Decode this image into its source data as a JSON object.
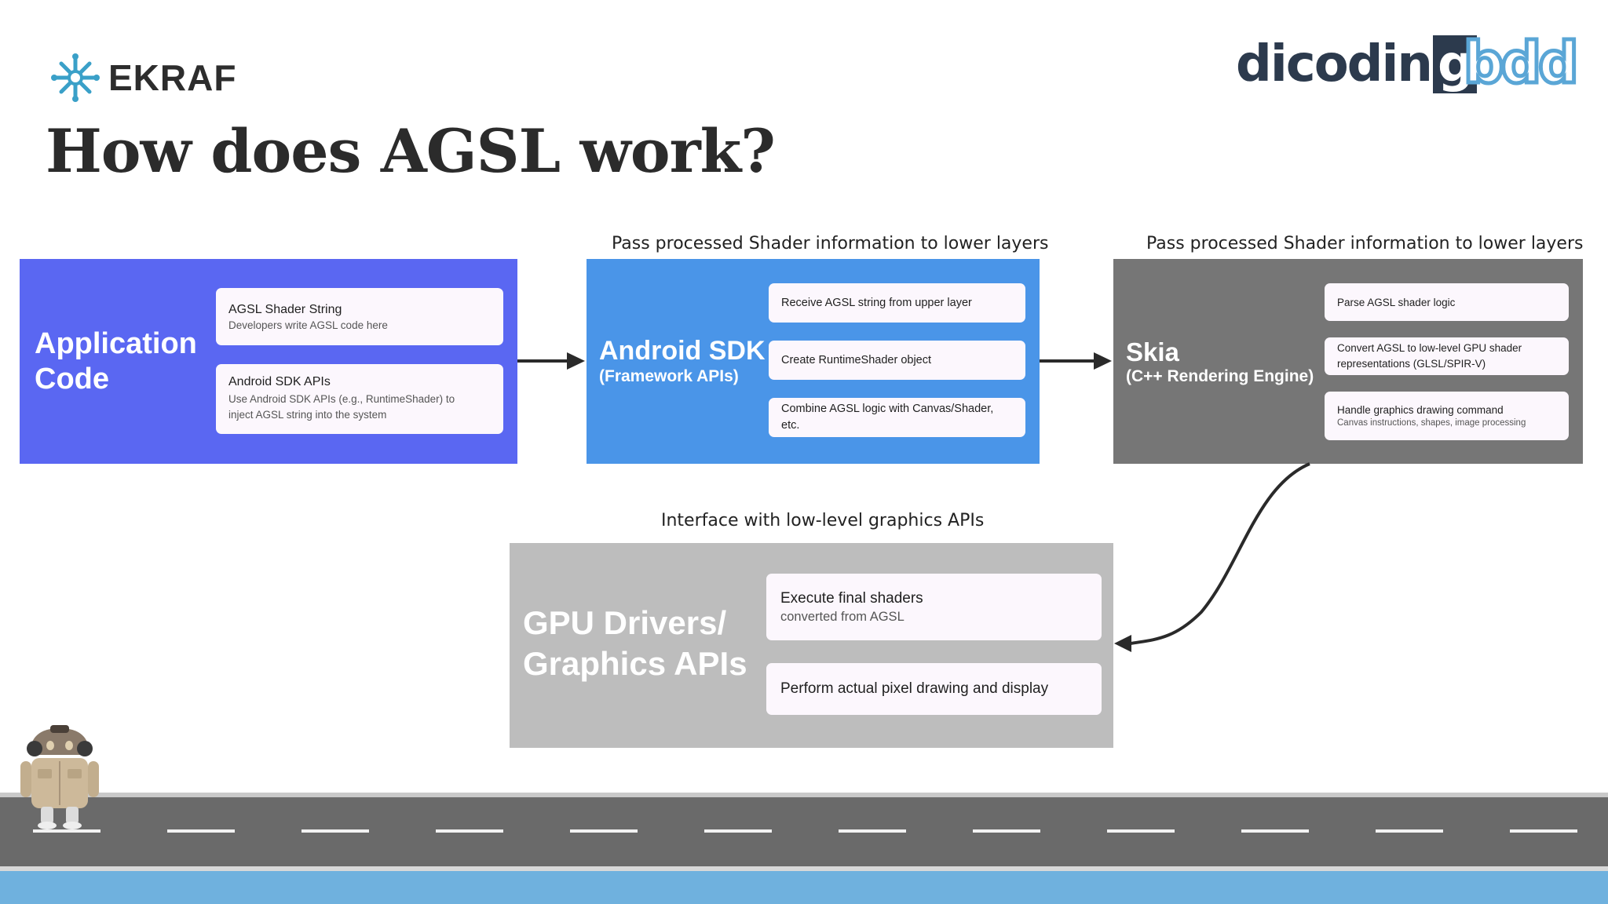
{
  "header": {
    "ekraf_logo": "EKRAF",
    "dicoding_logo_main": "dicodin",
    "dicoding_logo_box": "g",
    "bdd_logo": "bdd",
    "title": "How does AGSL work?"
  },
  "captions": {
    "sdk_to_skia_top": "Pass processed Shader information to lower layers",
    "skia_top": "Pass processed Shader information to lower layers",
    "gpu_top": "Interface with low-level graphics APIs"
  },
  "panels": {
    "app": {
      "title_line1": "Application",
      "title_line2": "Code",
      "color": "#5a67f2",
      "cards": [
        {
          "title": "AGSL Shader String",
          "desc": "Developers write AGSL code here"
        },
        {
          "title": "Android SDK APIs",
          "desc_line1": "Use Android SDK APIs (e.g., RuntimeShader)  to",
          "desc_line2": "inject AGSL string into the system"
        }
      ]
    },
    "sdk": {
      "title": "Android SDK",
      "subtitle": "(Framework APIs)",
      "color": "#4a95e8",
      "cards": [
        {
          "title": "Receive AGSL string from upper layer"
        },
        {
          "title": "Create RuntimeShader object"
        },
        {
          "title_line1": "Combine AGSL logic with Canvas/Shader,",
          "title_line2": "etc."
        }
      ]
    },
    "skia": {
      "title": "Skia",
      "subtitle": "(C++ Rendering Engine)",
      "color": "#767676",
      "cards": [
        {
          "title": "Parse AGSL shader logic"
        },
        {
          "title_line1": "Convert AGSL to low-level GPU shader",
          "title_line2": "representations (GLSL/SPIR-V)"
        },
        {
          "title": "Handle graphics drawing command",
          "desc": "Canvas instructions, shapes, image processing"
        }
      ]
    },
    "gpu": {
      "title_line1": "GPU Drivers/",
      "title_line2": "Graphics APIs",
      "color": "#bdbdbd",
      "cards": [
        {
          "title": "Execute final shaders",
          "desc": "converted from AGSL"
        },
        {
          "title": "Perform actual pixel drawing and display"
        }
      ]
    }
  },
  "colors": {
    "arrow": "#2a2a2a",
    "road": "#6a6a6a",
    "water": "#6fb1de"
  },
  "icons": [
    "ekraf-snowflake-icon",
    "android-mascot-icon"
  ]
}
